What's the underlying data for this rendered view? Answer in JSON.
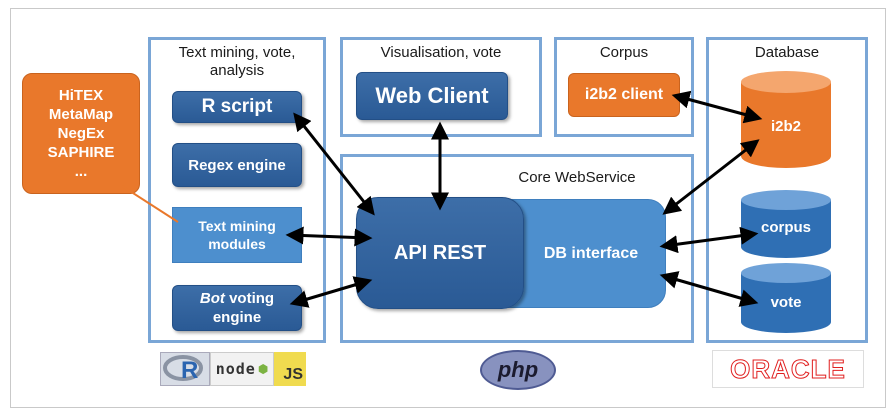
{
  "panels": {
    "text_mining": "Text mining, vote, analysis",
    "visualisation": "Visualisation, vote",
    "corpus": "Corpus",
    "database": "Database",
    "core": "Core WebService"
  },
  "tools_box": {
    "lines": [
      "HiTEX",
      "MetaMap",
      "NegEx",
      "SAPHIRE",
      "..."
    ]
  },
  "boxes": {
    "r_script": "R script",
    "regex_engine": "Regex engine",
    "text_mining_modules": "Text mining modules",
    "bot_voting_prefix": "Bot",
    "bot_voting_rest": " voting engine",
    "web_client": "Web Client",
    "i2b2_client": "i2b2 client",
    "api_rest": "API REST",
    "db_interface": "DB interface"
  },
  "databases": {
    "i2b2": "i2b2",
    "corpus": "corpus",
    "vote": "vote"
  },
  "logos": {
    "r": "R",
    "node": "node",
    "js": "JS",
    "php": "php",
    "oracle": "ORACLE"
  },
  "colors": {
    "panel_border": "#7aa6d6",
    "dark_blue": "#2f619c",
    "light_blue": "#4d8fce",
    "orange": "#e9782b"
  }
}
